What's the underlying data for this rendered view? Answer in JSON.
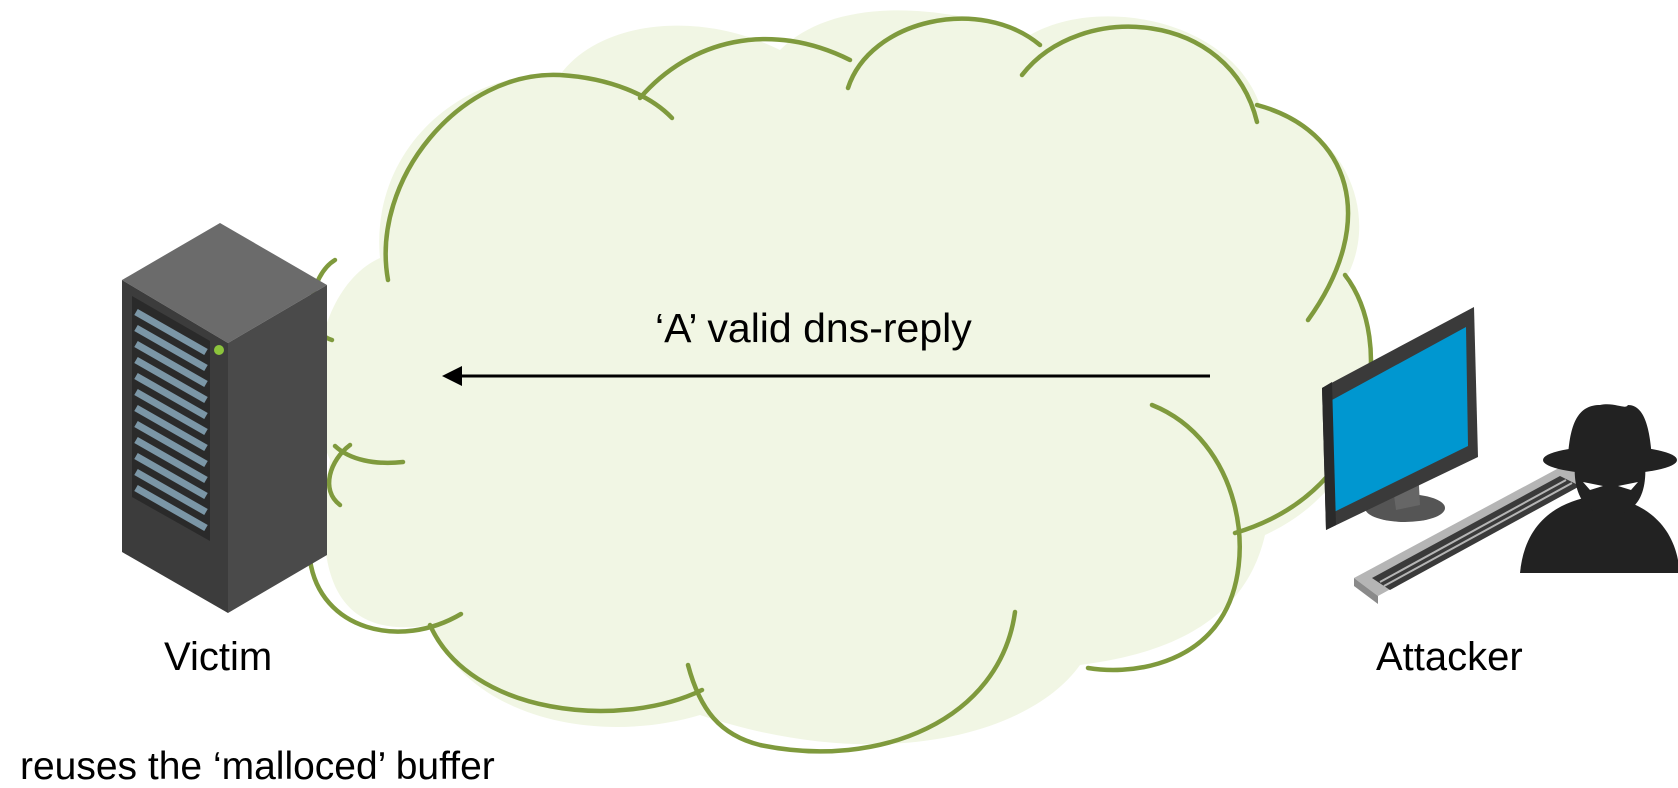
{
  "diagram": {
    "message_label": "‘A’ valid dns-reply",
    "victim_label": "Victim",
    "attacker_label": "Attacker",
    "caption": "reuses the ‘malloced’ buffer"
  },
  "colors": {
    "cloud_fill": "#f1f6e4",
    "cloud_stroke": "#7f9a3d",
    "arrow": "#000000",
    "server_front": "#3c3c3c",
    "server_side": "#4a4a4a",
    "server_top": "#6b6b6b",
    "server_slots": "#7b96a6",
    "server_led": "#8cc43c",
    "monitor_screen": "#0097d0",
    "monitor_bezel": "#3a3a3a",
    "keyboard": "#b5b5b5",
    "attacker_silhouette": "#222222"
  },
  "icons": [
    "cloud-network-icon",
    "server-icon",
    "computer-icon",
    "hacker-icon"
  ]
}
